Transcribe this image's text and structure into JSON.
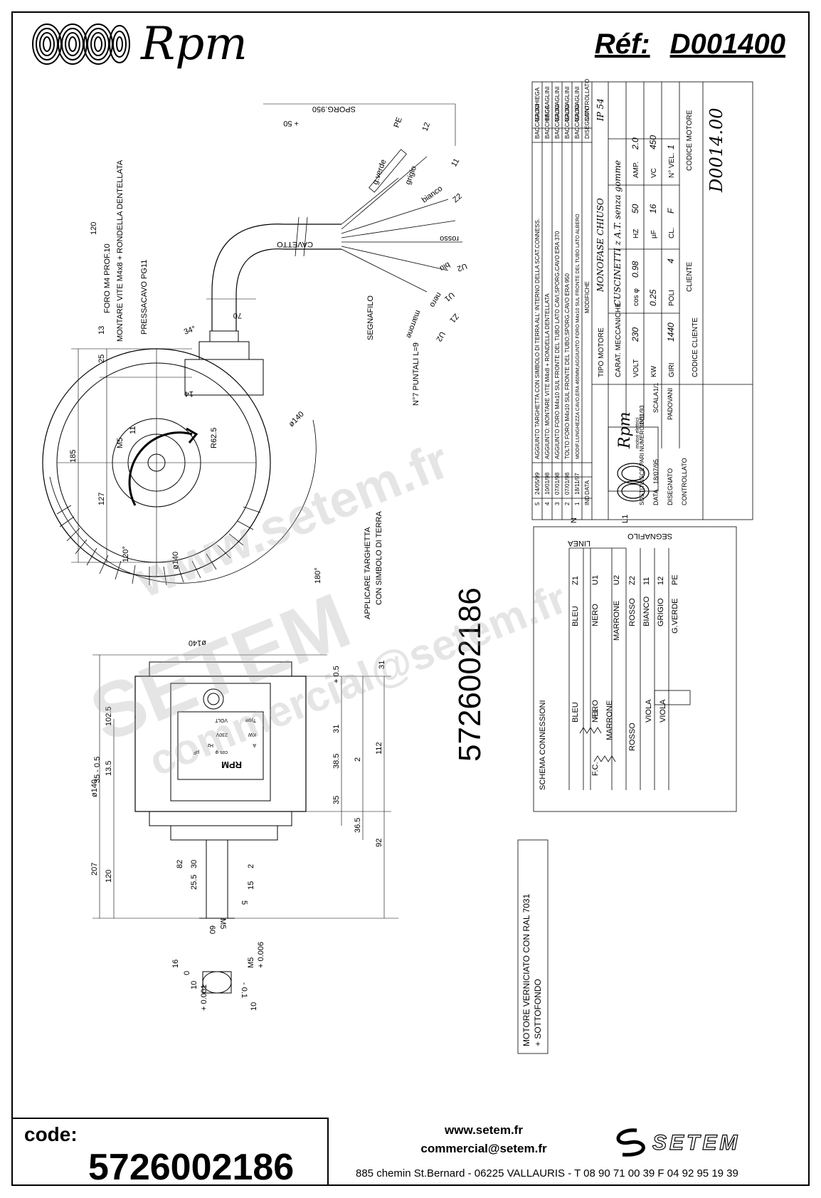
{
  "header": {
    "brand_name": "Rpm",
    "ref_label": "Réf:",
    "ref_value": "D001400"
  },
  "footer": {
    "code_label": "code:",
    "code_value": "5726002186",
    "website": "www.setem.fr",
    "email": "commercial@setem.fr",
    "address": "885 chemin St.Bernard  -  06225 VALLAURIS  -  T 08 90 71 00 39  F 04 92 95 19 39",
    "logo_text": "SETEM"
  },
  "watermark": {
    "site": "www.setem.fr",
    "company": "SETEM",
    "email": "commercial@setem.fr"
  },
  "drawing": {
    "part_number_vertical": "5726002186",
    "notes": {
      "foro": "FORO M4 PROF.10",
      "montare": "MONTARE VITE M4x8 + RONDELLA DENTELLATA",
      "pressacavo": "PRESSACAVO PG11",
      "segnafilo": "SEGNAFILO",
      "puntali": "N°7 PUNTALI L=9",
      "applicare": "APPLICARE TARGHETTA",
      "simbolo": "CON SIMBOLO DI TERRA",
      "cavetto": "CAVETTO",
      "sporg": "SPORG.950",
      "sporg_tol": "+ 50",
      "vernice": "MOTORE VERNICIATO CON RAL 7031",
      "sottofondo": "+ SOTTOFONDO"
    },
    "wires": [
      "g.verde",
      "PE",
      "12",
      "grigio",
      "11",
      "bianco",
      "Z2",
      "rosso",
      "U2",
      "blu",
      "U1",
      "nero",
      "Z1",
      "marrone",
      "U2"
    ],
    "dims": [
      "120",
      "185",
      "127",
      "25",
      "13",
      "120°",
      "180°",
      "34°",
      "70",
      "14",
      "R62.5",
      "ø140",
      "ø140",
      "M5",
      "11",
      "ø140",
      "207",
      "120",
      "102.5",
      "13.5",
      "35 - 0.5",
      "+ 0.5",
      "31",
      "38.5",
      "35",
      "36.5",
      "31",
      "2",
      "112",
      "92",
      "82",
      "30",
      "25.5",
      "2",
      "15",
      "5",
      "M5",
      "60",
      "10",
      "16",
      "0",
      "- 0.1",
      "M5",
      "+ 0.006",
      "+ 0.001",
      "10",
      "ø14"
    ],
    "schema": {
      "title": "SCHEMA CONNESSIONI",
      "linea": "LINEA",
      "segnafilo": "SEGNAFILO",
      "n": "N",
      "l1": "L1",
      "fl": "F.L.",
      "fc": "F.C.",
      "rows": [
        {
          "color": "BLEU",
          "term": "Z1"
        },
        {
          "color": "NERO",
          "term": "U1"
        },
        {
          "color": "MARRONE",
          "term": "U2"
        },
        {
          "color": "ROSSO",
          "term": "Z2"
        },
        {
          "color": "BIANCO",
          "term": "11"
        },
        {
          "color": "GRIGIO",
          "term": "12"
        },
        {
          "color": "G.VERDE",
          "term": "PE"
        }
      ],
      "left_labels": [
        "BLEU",
        "NERO",
        "MARRONE",
        "ROSSO",
        "VIOLA",
        "VIOLA"
      ]
    },
    "titleblock": {
      "modifications": [
        {
          "ind": "5",
          "date": "24/05/99",
          "text": "AGGIUNTO TARGHETTA CON SIMBOLO DI TERRA ALL' INTERNO DELLA SCAT.CONNESS.",
          "drawn": "BACCAGLINI",
          "ctrl": "BACCHIEGA"
        },
        {
          "ind": "4",
          "date": "10/01/98",
          "text": "AGGIUNTO: MONTARE VITE M4x8 + RONDELLA DENTELLATA",
          "drawn": "BACCHIEGA",
          "ctrl": "BACCAGLINI"
        },
        {
          "ind": "3",
          "date": "07/01/98",
          "text": "AGGIUNTO FORO M4x10 SUL FRONTE DEL TUBO LATO CAVI,SPORG.CAVO ERA 370",
          "drawn": "BACCAGLINI",
          "ctrl": "BACCAGLINI"
        },
        {
          "ind": "2",
          "date": "07/01/98",
          "text": "TOLTO FORO M4x10 SUL FRONTE DEL TUBO;SPORG.CAVO ERA 950",
          "drawn": "BACCAGLINI",
          "ctrl": "BACCAGLINI"
        },
        {
          "ind": "1",
          "date": "18/11/97",
          "text": "MODIF.LUNGHEZZA CAVO,ERA 460MM;AGGIUNTO FORO M4x10 SUL FRONTE DEL TUBO LATO ALBERO",
          "drawn": "BACCAGLINI",
          "ctrl": "BACCAGLINI"
        }
      ],
      "header_row": {
        "ind": "IND",
        "date": "DATA",
        "text": "MODIFICHE",
        "drawn": "DISEGNATO",
        "ctrl": "CONTROLLATO"
      },
      "tipo_motore_label": "TIPO MOTORE",
      "tipo_motore": "MONOFASE CHIUSO",
      "ip": "IP 54",
      "carat_label": "CARAT. MECCANICHE",
      "carat": "CUSCINETTI z A.T. senza gomme",
      "volt_label": "VOLT",
      "volt": "230",
      "cos_label": "cos φ",
      "cos": "0.98",
      "hz_label": "HZ",
      "hz": "50",
      "amp_label": "AMP.",
      "amp": "2.0",
      "kw_label": "KW",
      "kw": "0.25",
      "uf_label": "µF",
      "uf": "16",
      "vc_label": "VC",
      "vc": "450",
      "giri_label": "GIRI",
      "giri": "1440",
      "poli_label": "POLI",
      "poli": "4",
      "cl_label": "CL.",
      "cl": "F",
      "nvel_label": "N° VEL.",
      "nvel": "1",
      "cliente_label": "CLIENTE",
      "codice_motore_label": "CODICE MOTORE",
      "codice_motore": "D0014.00",
      "codice_cliente_label": "CODICE CLIENTE",
      "sostituisce_label": "SOSTITUISCE PARI NUMERO DEL",
      "sostituisce": "18/11/93",
      "scala_label": "SCALA",
      "scala": "1/1",
      "data_label": "DATA",
      "data": "18/07/95",
      "disegnato_label": "DISEGNATO",
      "disegnato": "PADOVANI",
      "controllato_label": "CONTROLLATO",
      "brand": "Rpm",
      "brand_sub": "motori elettrici"
    },
    "nameplate": {
      "brand": "RPM",
      "lines": [
        "Type",
        "VOLT",
        "230V",
        "KW",
        "A",
        "Hz",
        "cos φ",
        "µF"
      ]
    }
  }
}
